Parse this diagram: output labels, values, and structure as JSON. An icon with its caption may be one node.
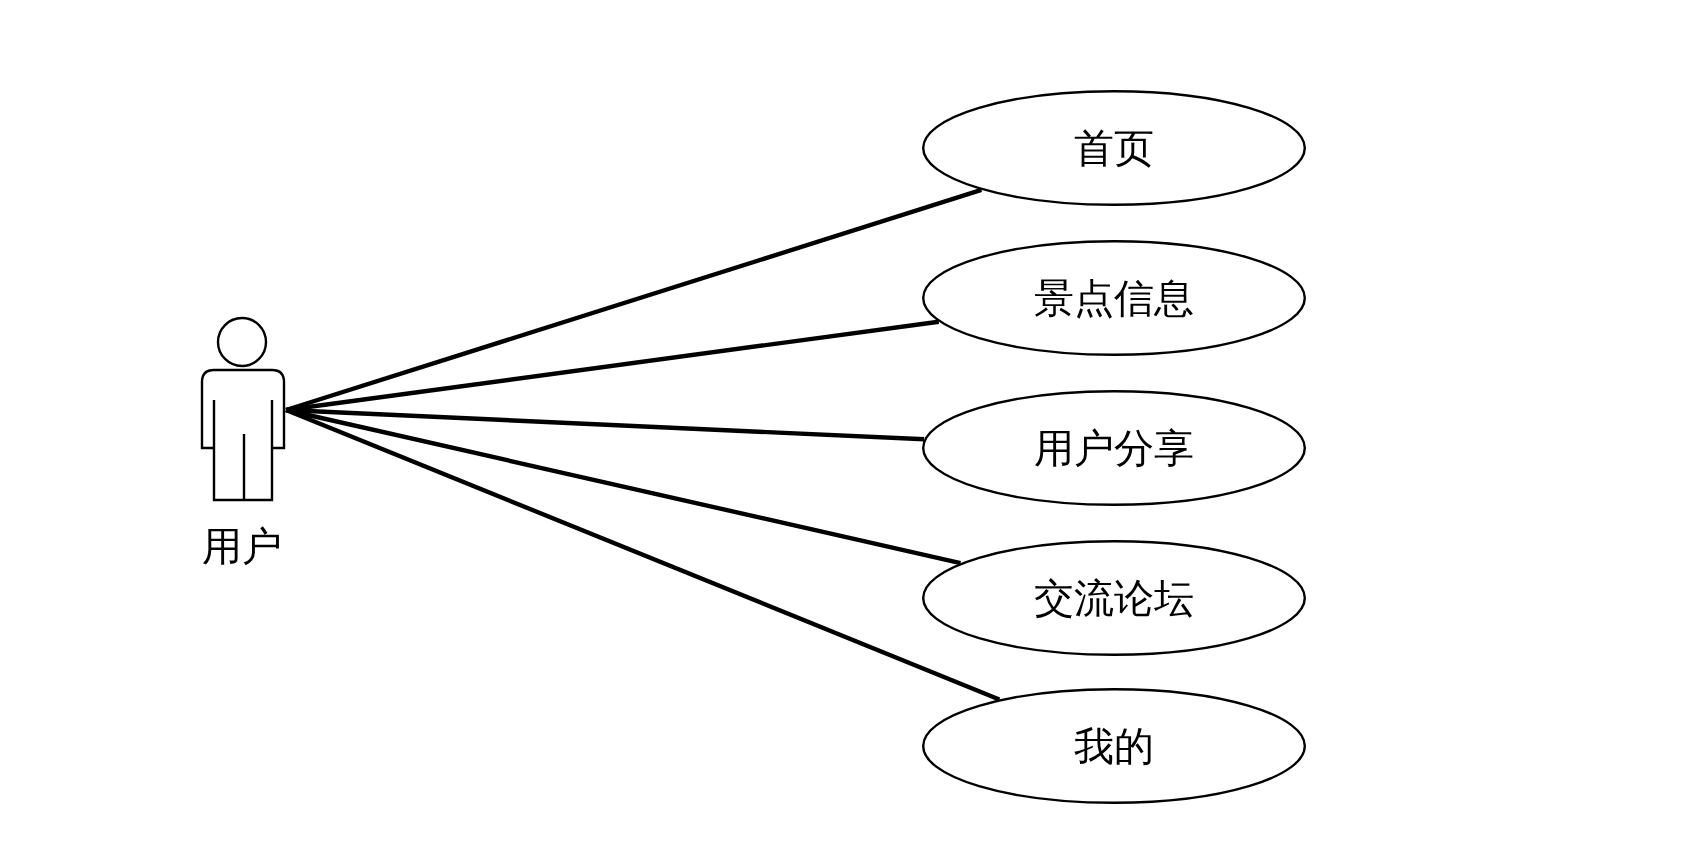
{
  "diagram": {
    "nodes": [
      {
        "text": [
          "用户"
        ]
      },
      {
        "text": [
          "首页"
        ]
      },
      {
        "text": [
          "景点信息"
        ]
      },
      {
        "text": [
          "用户分享"
        ]
      },
      {
        "text": [
          "交流论坛"
        ]
      },
      {
        "text": [
          "我的"
        ]
      }
    ],
    "edges": [
      {
        "from": 0,
        "to": 1,
        "arrow": "none"
      },
      {
        "from": 0,
        "to": 2,
        "arrow": "none"
      },
      {
        "from": 0,
        "to": 3,
        "arrow": "none"
      },
      {
        "from": 0,
        "to": 4,
        "arrow": "none"
      },
      {
        "from": 0,
        "to": 5,
        "arrow": "none"
      }
    ]
  }
}
